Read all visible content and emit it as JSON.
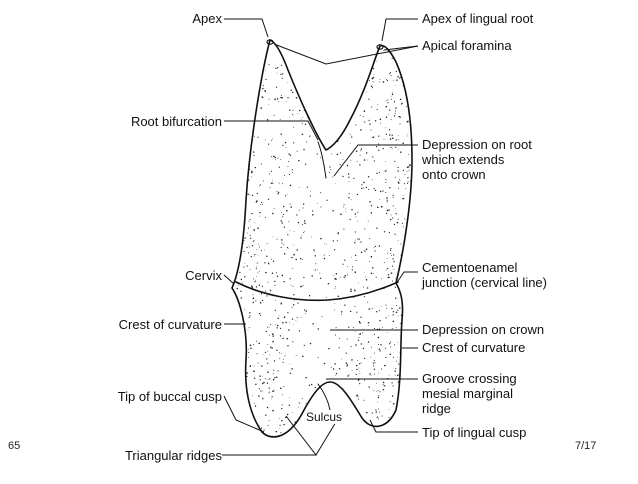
{
  "labels": {
    "apex": "Apex",
    "apex_lingual_root": "Apex of lingual root",
    "apical_foramina": "Apical foramina",
    "root_bifurcation": "Root bifurcation",
    "depression_root_1": "Depression on root",
    "depression_root_2": "which extends",
    "depression_root_3": "onto crown",
    "cervix": "Cervix",
    "cej_1": "Cementoenamel",
    "cej_2": "junction (cervical line)",
    "crest_left": "Crest of curvature",
    "depression_crown": "Depression on crown",
    "crest_right": "Crest of curvature",
    "groove_1": "Groove crossing",
    "groove_2": "mesial marginal",
    "groove_3": "ridge",
    "tip_buccal": "Tip of buccal cusp",
    "sulcus": "Sulcus",
    "tip_lingual": "Tip of lingual cusp",
    "triangular_ridges": "Triangular ridges"
  },
  "corners": {
    "left": "65",
    "right": "7/17"
  },
  "colors": {
    "ink": "#111111",
    "background": "#ffffff"
  }
}
